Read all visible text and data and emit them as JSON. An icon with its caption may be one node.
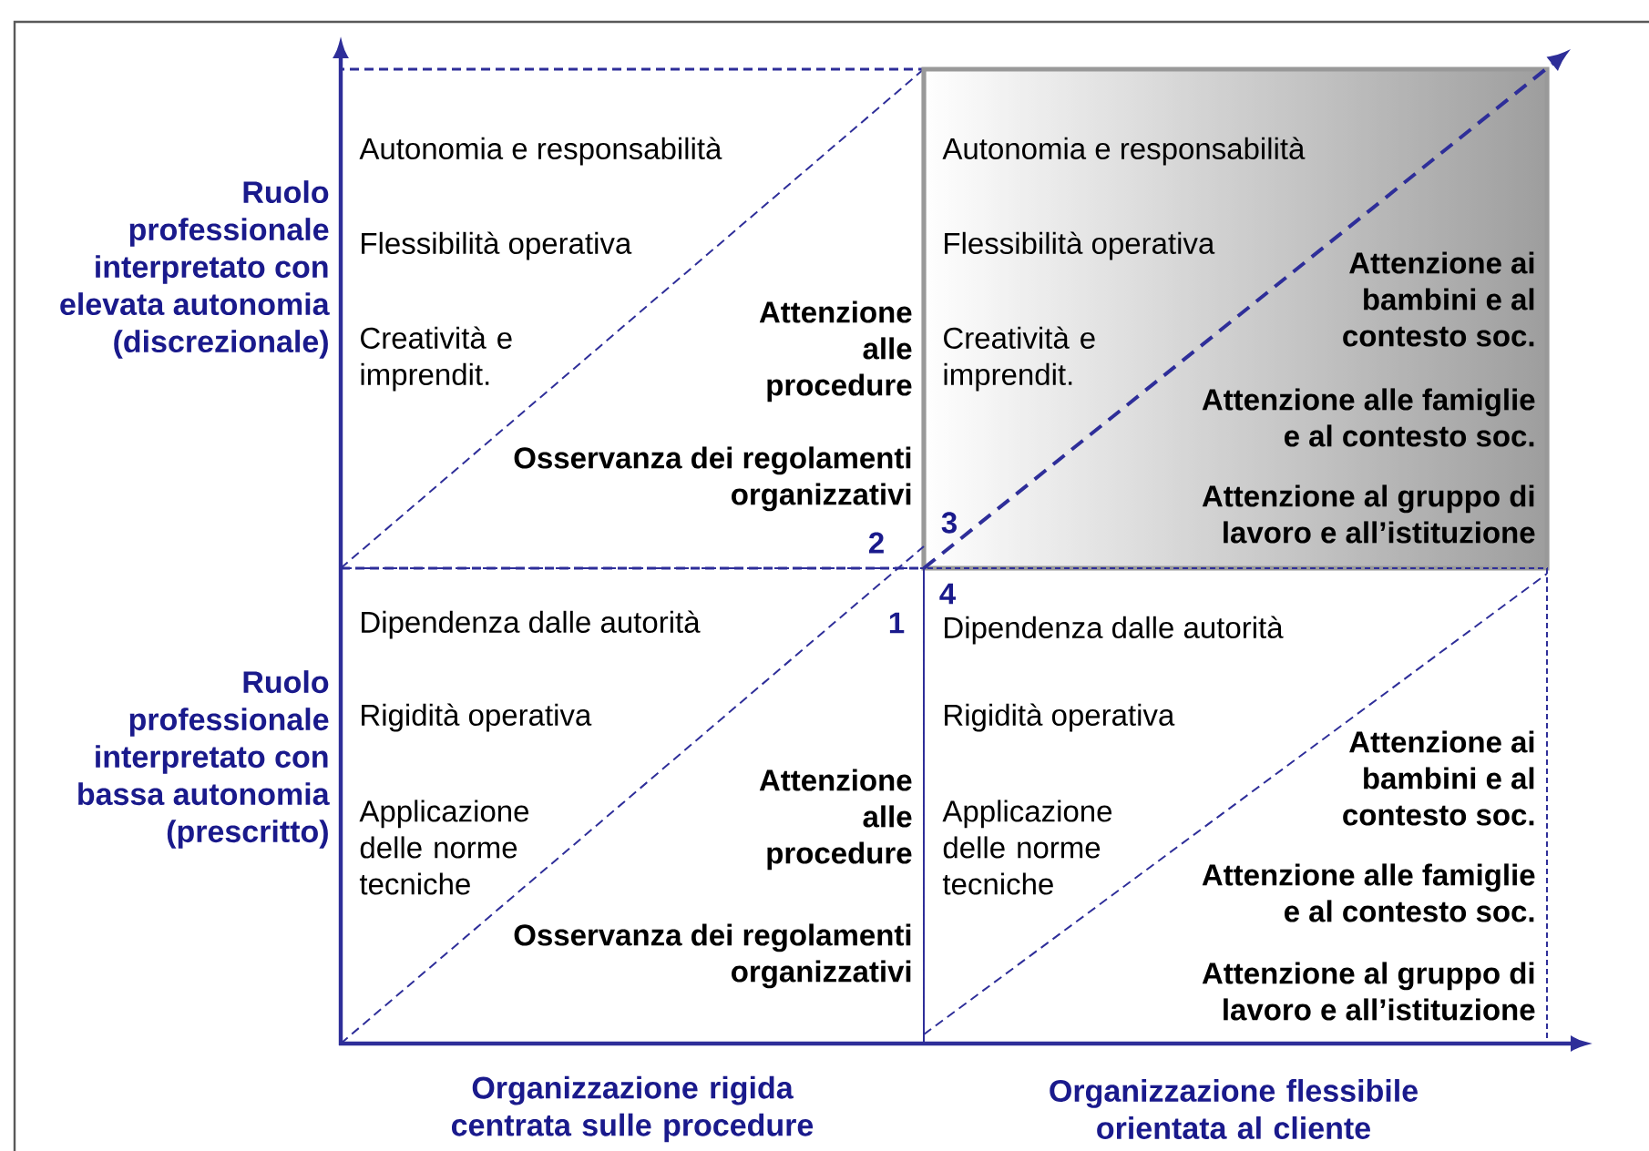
{
  "diagram": {
    "nodes": [
      {
        "text": [
          "Autonomia e responsabilità",
          "Flessibilità operativa",
          "Creatività e imprendit.",
          "Attenzione alle procedure",
          "Osservanza dei regolamenti organizzativi",
          "2"
        ]
      },
      {
        "text": [
          "Autonomia e responsabilità",
          "Flessibilità operativa",
          "Creatività e imprendit.",
          "Attenzione ai bambini e al contesto soc.",
          "Attenzione alle famiglie e al contesto soc.",
          "3",
          "Attenzione al gruppo di lavoro e all’istituzione"
        ]
      },
      {
        "text": [
          "Dipendenza dalle autorità",
          "1",
          "Rigidità operativa",
          "Applicazione delle norme tecniche",
          "Attenzione alle procedure",
          "Osservanza dei regolamenti organizzativi"
        ]
      },
      {
        "text": [
          "4",
          "Dipendenza dalle autorità",
          "Rigidità operativa",
          "Applicazione delle norme tecniche",
          "Attenzione ai bambini e al contesto soc.",
          "Attenzione alle famiglie e al contesto soc.",
          "Attenzione al gruppo di lavoro e all’istituzione"
        ]
      }
    ],
    "labels": [
      "Ruolo professionale interpretato con elevata autonomia (discrezionale)",
      "Ruolo professionale interpretato con bassa autonomia (prescritto)",
      "Organizzazione rigida centrata sulle procedure",
      "Organizzazione flessibile orientata al cliente"
    ]
  }
}
